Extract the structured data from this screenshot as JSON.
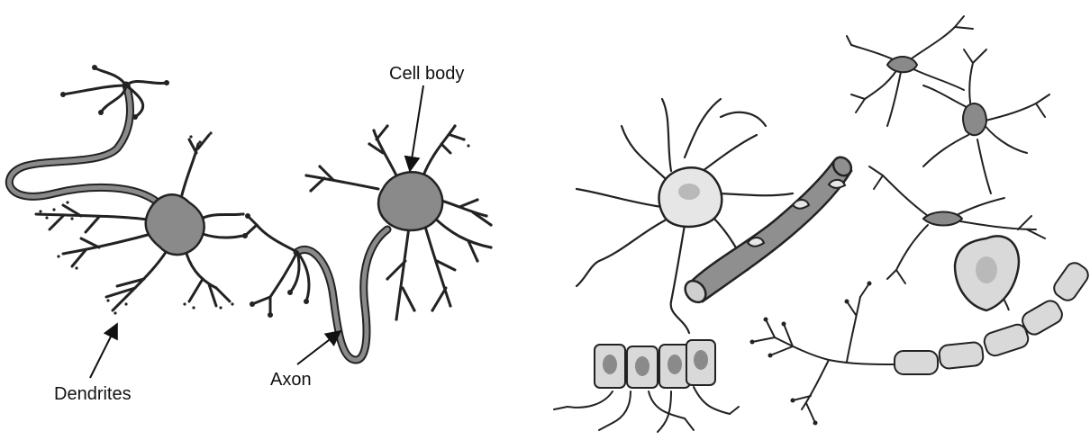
{
  "labels": {
    "cell_body": "Cell body",
    "dendrites": "Dendrites",
    "axon": "Axon"
  },
  "colors": {
    "outline": "#222222",
    "soma_dark": "#8a8a8a",
    "soma_light": "#e6e6e6",
    "nucleus": "#b9b9b9",
    "vessel": "#8f8f8f",
    "sheath": "#d9d9d9"
  }
}
